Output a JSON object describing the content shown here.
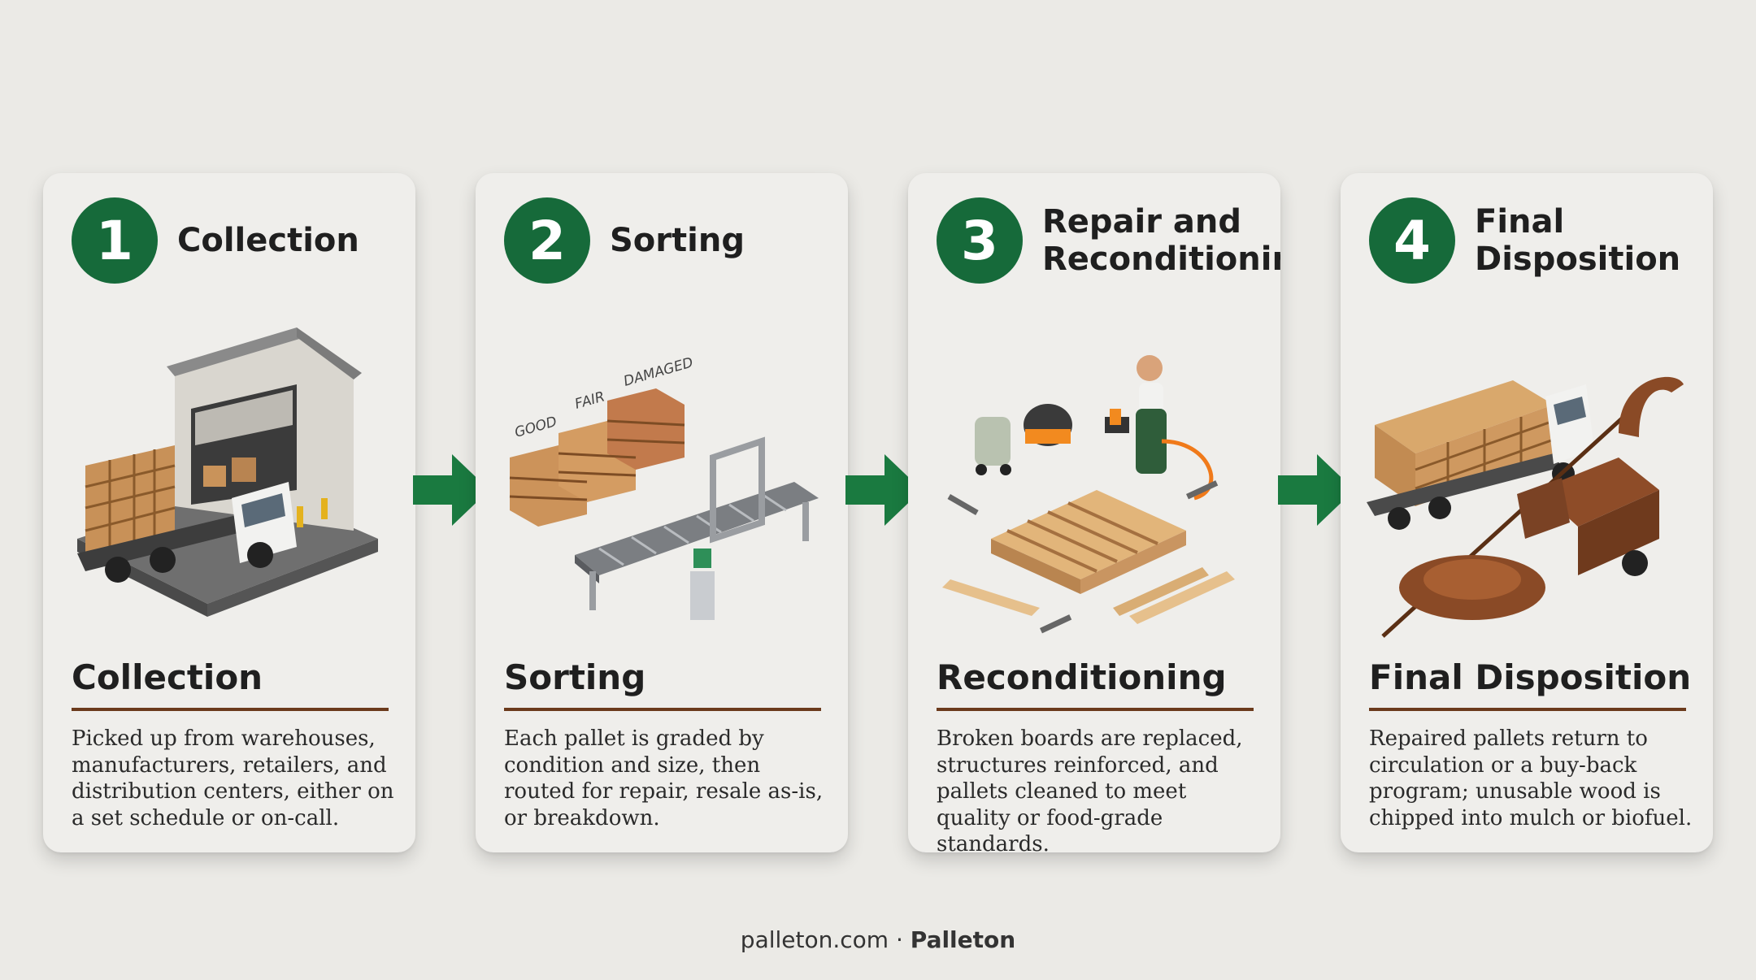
{
  "steps": [
    {
      "number": "1",
      "title_lines": [
        "Collection"
      ],
      "subtitle": "Collection",
      "description": "Picked up from warehouses, manufacturers, retailers, and distribution centers, either on a set schedule or on-call.",
      "icon": "warehouse-truck-icon"
    },
    {
      "number": "2",
      "title_lines": [
        "Sorting"
      ],
      "subtitle": "Sorting",
      "description": "Each pallet is graded by condition and size, then routed for repair, resale as-is, or breakdown.",
      "icon": "sorting-conveyor-icon",
      "grades": [
        "GOOD",
        "FAIR",
        "DAMAGED"
      ]
    },
    {
      "number": "3",
      "title_lines": [
        "Repair and",
        "Reconditioning"
      ],
      "subtitle": "Reconditioning",
      "description": "Broken boards are replaced, structures reinforced, and pallets cleaned to meet quality or food-grade standards.",
      "icon": "pallet-repair-icon"
    },
    {
      "number": "4",
      "title_lines": [
        "Final",
        "Disposition"
      ],
      "subtitle": "Final Disposition",
      "description": "Repaired pallets return to circulation or a buy-back program; unusable wood is chipped into mulch or biofuel.",
      "icon": "truck-and-wood-chipper-icon"
    }
  ],
  "footer": {
    "site": "palleton.com",
    "separator": "·",
    "brand": "Palleton"
  },
  "colors": {
    "accent_green": "#166a3a",
    "rule_brown": "#6b3a1c",
    "background": "#ebeae6",
    "card": "#efeeeb"
  }
}
